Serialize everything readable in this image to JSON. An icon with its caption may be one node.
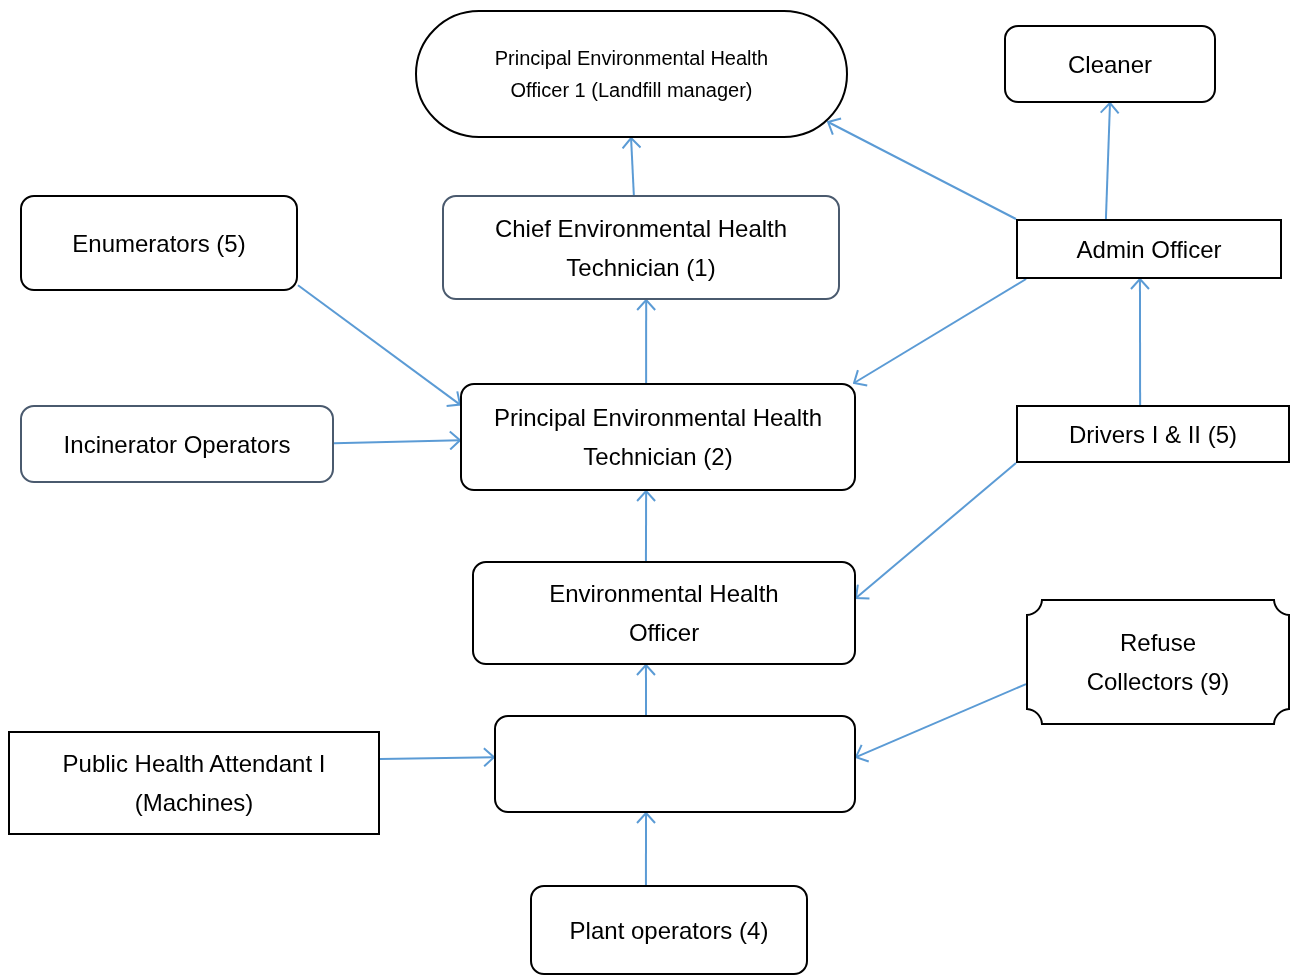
{
  "diagram": {
    "nodes": [
      {
        "text": [
          "Principal Environmental Health Officer 1 (Landfill manager)"
        ]
      },
      {
        "text": [
          "Cleaner"
        ]
      },
      {
        "text": [
          "Enumerators (5)"
        ]
      },
      {
        "text": [
          "Chief Environmental Health Technician (1)"
        ]
      },
      {
        "text": [
          "Admin Officer"
        ]
      },
      {
        "text": [
          "Incinerator Operators"
        ]
      },
      {
        "text": [
          "Principal Environmental Health Technician (2)"
        ]
      },
      {
        "text": [
          "Drivers I & II (5)"
        ]
      },
      {
        "text": [
          "Environmental Health Officer"
        ]
      },
      {
        "text": [
          "Refuse Collectors (9)"
        ]
      },
      {
        "text": [
          "Public Health Attendant I (Machines)"
        ]
      },
      {
        "text": [],
        "shape": "box"
      },
      {
        "text": [
          "Plant operators (4)"
        ]
      }
    ],
    "edges": [
      {
        "from": 3,
        "to": 0,
        "arrow": "to"
      },
      {
        "from": 4,
        "to": 0,
        "arrow": "to"
      },
      {
        "from": 4,
        "to": 1,
        "arrow": "to"
      },
      {
        "from": 2,
        "to": 6,
        "arrow": "to"
      },
      {
        "from": 6,
        "to": 3,
        "arrow": "to"
      },
      {
        "from": 4,
        "to": 6,
        "arrow": "to"
      },
      {
        "from": 5,
        "to": 6,
        "arrow": "to"
      },
      {
        "from": 7,
        "to": 4,
        "arrow": "to"
      },
      {
        "from": 8,
        "to": 6,
        "arrow": "to"
      },
      {
        "from": 7,
        "to": 8,
        "arrow": "to"
      },
      {
        "from": 11,
        "to": 8,
        "arrow": "to"
      },
      {
        "from": 9,
        "to": 11,
        "arrow": "to"
      },
      {
        "from": 10,
        "to": 11,
        "arrow": "to"
      },
      {
        "from": 12,
        "to": 11,
        "arrow": "to"
      }
    ]
  }
}
